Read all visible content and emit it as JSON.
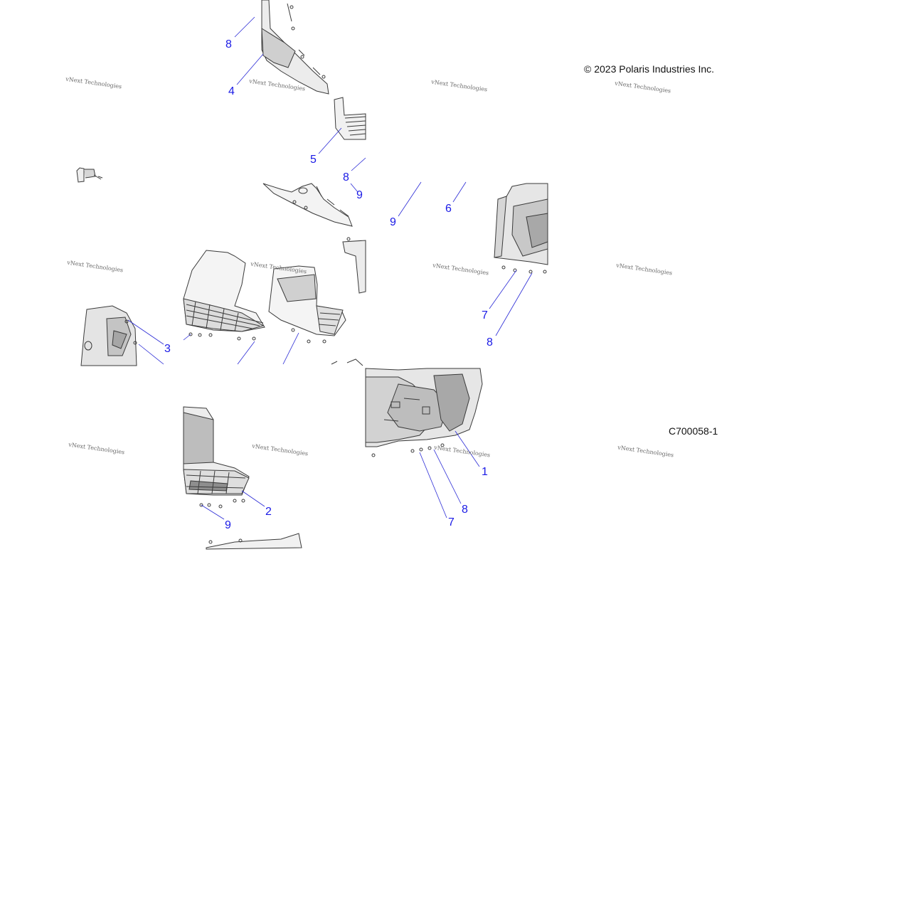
{
  "copyright": "© 2023 Polaris Industries Inc.",
  "figure_id": "C700058-1",
  "watermark": "vNext Technologies",
  "callouts": [
    "8",
    "4",
    "5",
    "8",
    "9",
    "9",
    "6",
    "3",
    "7",
    "8",
    "2",
    "9",
    "1",
    "8",
    "7"
  ],
  "colors": {
    "callout": "#1a1ae6",
    "line": "#3a3a3a",
    "fill_light": "#e6e6e6",
    "fill_mid": "#c8c8c8",
    "fill_dark": "#a8a8a8"
  }
}
